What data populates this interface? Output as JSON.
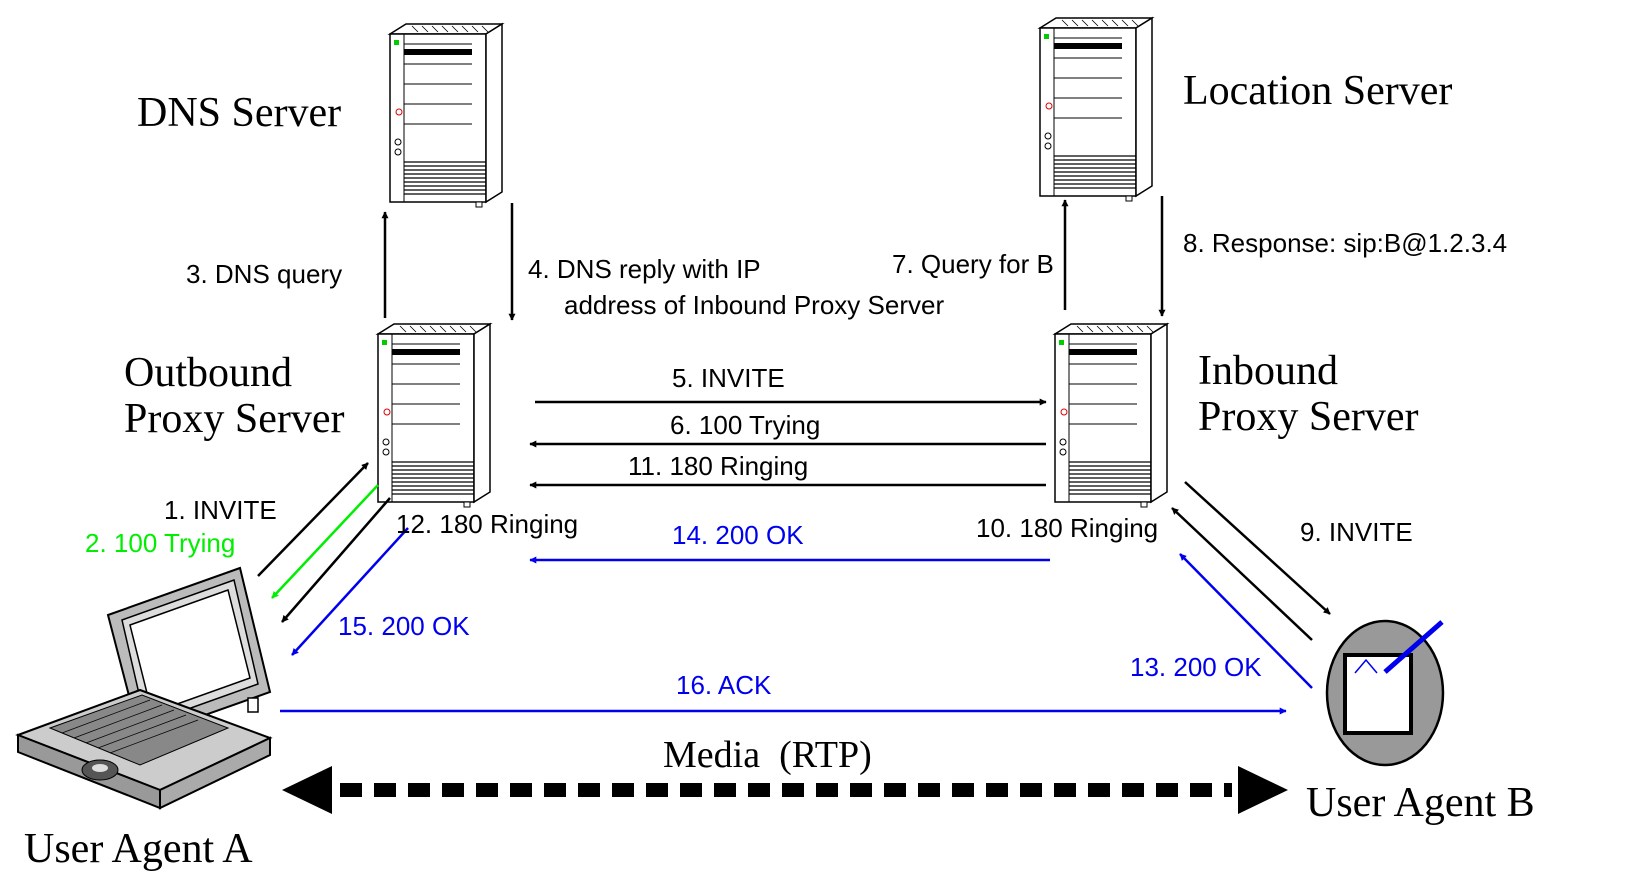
{
  "nodes": {
    "dns_server": "DNS Server",
    "location_server": "Location Server",
    "outbound_proxy_line1": "Outbound",
    "outbound_proxy_line2": "Proxy Server",
    "inbound_proxy_line1": "Inbound",
    "inbound_proxy_line2": "Proxy Server",
    "user_agent_a": "User Agent A",
    "user_agent_b": "User Agent B"
  },
  "messages": {
    "m1": "1. INVITE",
    "m2": "2. 100 Trying",
    "m3": "3. DNS query",
    "m4_line1": "4. DNS reply with IP",
    "m4_line2": "address of Inbound Proxy Server",
    "m5": "5. INVITE",
    "m6": "6. 100 Trying",
    "m7": "7. Query for B",
    "m8": "8. Response: sip:B@1.2.3.4",
    "m9": "9. INVITE",
    "m10": "10. 180 Ringing",
    "m11": "11. 180 Ringing",
    "m12": "12. 180 Ringing",
    "m13": "13. 200 OK",
    "m14": "14. 200 OK",
    "m15": "15. 200 OK",
    "m16": "16. ACK",
    "media": "Media  (RTP)"
  },
  "colors": {
    "black": "#000000",
    "green": "#00ee00",
    "blue": "#0000ee",
    "server_fill": "#ffffff",
    "server_stroke": "#000000"
  },
  "icons": {
    "server": "server-tower-icon",
    "laptop": "laptop-icon",
    "phone": "sip-phone-icon"
  }
}
